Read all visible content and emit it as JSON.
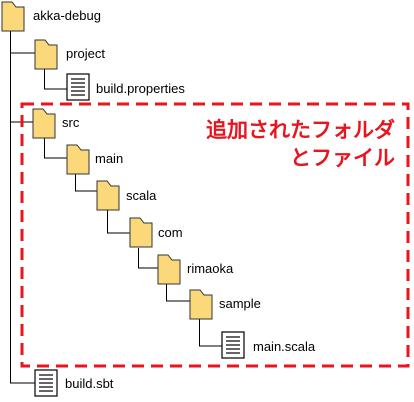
{
  "tree": {
    "root": "akka-debug",
    "project": "project",
    "build_properties": "build.properties",
    "src": "src",
    "main": "main",
    "scala": "scala",
    "com": "com",
    "rimaoka": "rimaoka",
    "sample": "sample",
    "main_scala": "main.scala",
    "build_sbt": "build.sbt"
  },
  "annotation": {
    "line1": "追加されたフォルダ",
    "line2": "とファイル"
  },
  "colors": {
    "folder_fill": "#fbd97a",
    "folder_stroke": "#333333",
    "highlight_border": "#e8141e",
    "connector": "#000000"
  },
  "icons": {
    "folder": "folder-icon",
    "file": "document-icon"
  }
}
